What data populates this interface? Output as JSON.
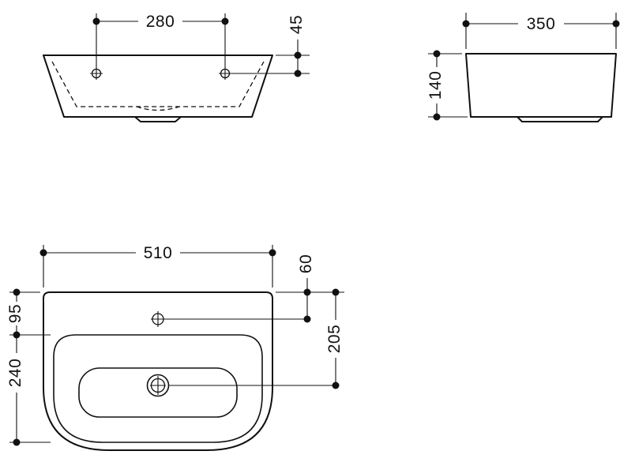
{
  "drawing": {
    "type": "washbasin-dimension-drawing",
    "front_view": {
      "hole_spacing": "280",
      "hole_offset_from_top": "45"
    },
    "side_view": {
      "depth": "350",
      "height": "140"
    },
    "plan_view": {
      "width": "510",
      "tap_hole_from_rear": "60",
      "rim_from_rear": "95",
      "drain_from_rear": "205",
      "bowl_length": "240"
    }
  },
  "colors": {
    "line": "#111111",
    "background": "#ffffff"
  }
}
